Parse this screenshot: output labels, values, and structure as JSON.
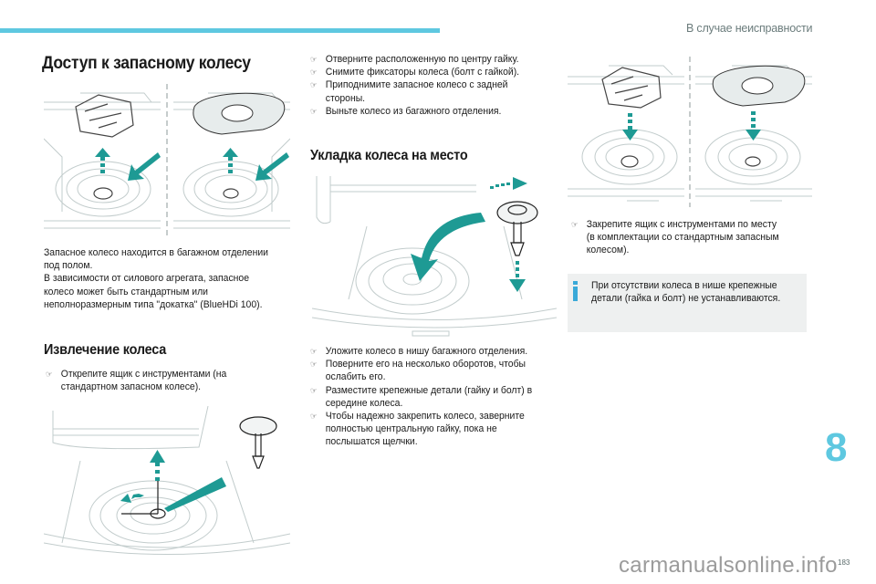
{
  "header": {
    "chapter_title": "В случае неисправности",
    "accent_color": "#5ec8e0"
  },
  "section_access": {
    "title": "Доступ к запасному колесу",
    "intro_lines": [
      "Запасное колесо находится в багажном отделении",
      "под полом.",
      "В зависимости от силового агрегата, запасное",
      "колесо может быть стандартным или",
      "неполноразмерным типа \"докатка\" (BlueHDi 100)."
    ]
  },
  "section_remove": {
    "title": "Извлечение колеса",
    "steps_left": [
      [
        "Открепите ящик с инструментами (на",
        "стандартном запасном колесе)."
      ]
    ],
    "steps_right": [
      [
        "Отверните расположенную по центру гайку."
      ],
      [
        "Снимите фиксаторы колеса (болт с гайкой)."
      ],
      [
        "Приподнимите запасное колесо с задней",
        "стороны."
      ],
      [
        "Выньте колесо из багажного отделения."
      ]
    ]
  },
  "section_install": {
    "title": "Укладка колеса на место",
    "steps": [
      [
        "Уложите колесо в нишу багажного отделения."
      ],
      [
        "Поверните его на несколько оборотов, чтобы",
        "ослабить его."
      ],
      [
        "Разместите крепежные детали (гайку и болт) в",
        "середине колеса."
      ],
      [
        "Чтобы надежно закрепить колесо, заверните",
        "полностью центральную гайку, пока не",
        "послышатся щелчки."
      ]
    ],
    "steps_right": [
      [
        "Закрепите ящик с инструментами по месту",
        "(в комплектации со стандартным запасным",
        "колесом)."
      ]
    ]
  },
  "info_note": {
    "icon": "info-icon",
    "lines": [
      "При отсутствии колеса в нише крепежные",
      "детали (гайка и болт) не устанавливаются."
    ]
  },
  "bullet_glyph": "☞",
  "footer": {
    "chapter_number": "8",
    "page_number": "183",
    "watermark": "carmanualsonline.info"
  },
  "illustrations": {
    "arrow_color": "#1e9a94",
    "line_color": "#b8c4c4"
  }
}
